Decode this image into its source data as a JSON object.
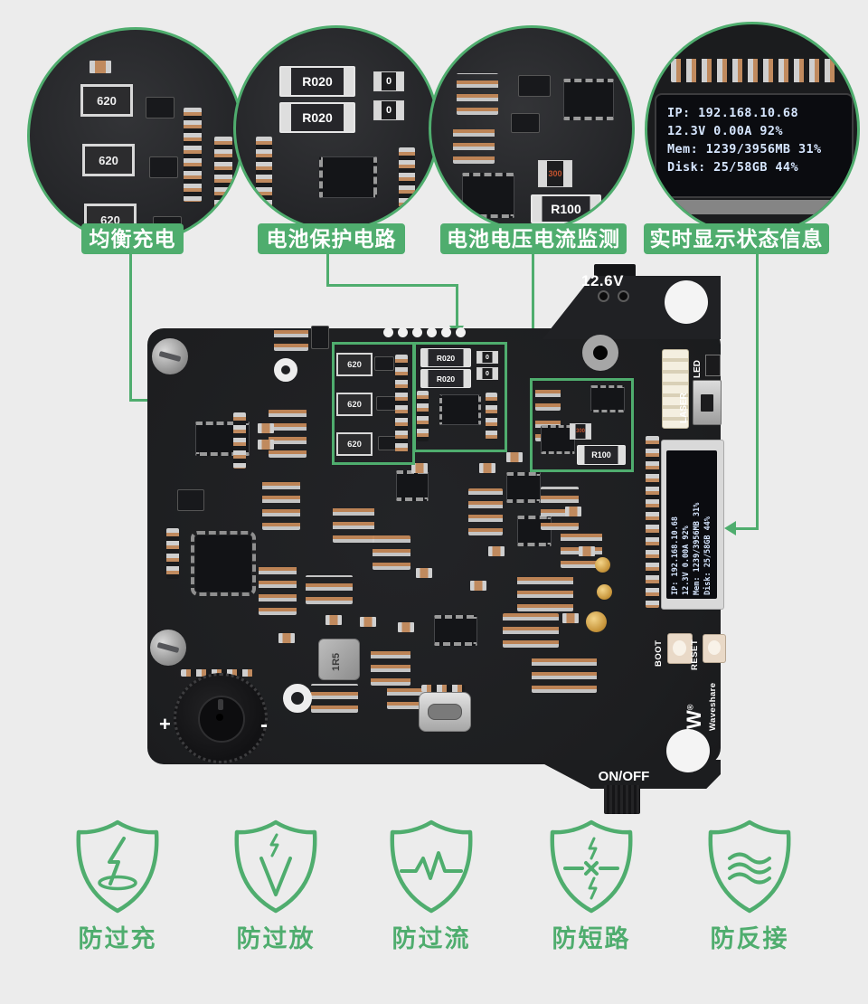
{
  "colors": {
    "accent_green": "#4FAD6E",
    "page_bg": "#ECECEC",
    "board_black": "#1E1F21",
    "oled_text": "#D6E6FF"
  },
  "callouts": [
    {
      "label": "均衡充电"
    },
    {
      "label": "电池保护电路"
    },
    {
      "label": "电池电压电流监测"
    },
    {
      "label": "实时显示状态信息"
    }
  ],
  "oled": {
    "line1": "IP: 192.168.10.68",
    "line2": "12.3V  0.00A  92%",
    "line3": "Mem: 1239/3956MB 31%",
    "line4": "Disk: 25/58GB 44%"
  },
  "board": {
    "voltage": "12.6V",
    "balance_resistor": "620",
    "shunt_small": "R020",
    "shunt_large": "R100",
    "zero_ohm": "0",
    "fuse": "300",
    "inductor": "1R5",
    "led": "LED",
    "laser": "LASER",
    "boot": "BOOT",
    "reset": "RESET",
    "brand": "Waveshare",
    "reg_mark": "®",
    "on_off": "ON/OFF",
    "plus": "+",
    "minus": "-"
  },
  "protections": [
    {
      "label": "防过充",
      "icon": "overcharge-protection-icon"
    },
    {
      "label": "防过放",
      "icon": "overdischarge-protection-icon"
    },
    {
      "label": "防过流",
      "icon": "overcurrent-protection-icon"
    },
    {
      "label": "防短路",
      "icon": "short-circuit-protection-icon"
    },
    {
      "label": "防反接",
      "icon": "reverse-connection-protection-icon"
    }
  ]
}
